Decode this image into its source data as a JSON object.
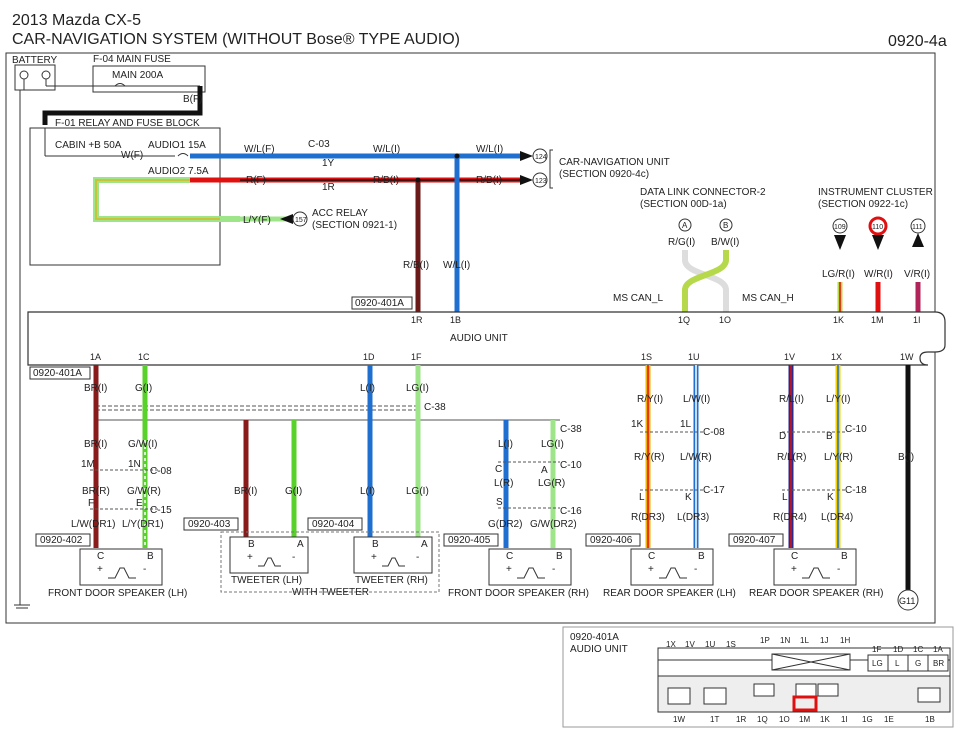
{
  "header": {
    "line1": "2013 Mazda CX-5",
    "line2": "CAR-NAVIGATION SYSTEM (WITHOUT Bose® TYPE AUDIO)",
    "page_code": "0920-4a"
  },
  "power": {
    "battery": "BATTERY",
    "main_fuse_title": "F-04  MAIN FUSE",
    "main_fuse": "MAIN 200A",
    "bf": "B(F)",
    "relay_block": "F-01  RELAY AND FUSE BLOCK",
    "cabin": "CABIN +B 50A",
    "wf": "W(F)",
    "audio1": "AUDIO1 15A",
    "audio2": "AUDIO2 7.5A",
    "rf": "R(F)",
    "wlf": "W/L(F)",
    "lyf": "L/Y(F)"
  },
  "connectors": {
    "c03": "C-03",
    "c03_1y": "1Y",
    "c03_1r": "1R",
    "wli": "W/L(I)",
    "rbi": "R/B(I)",
    "ref124": "124",
    "ref123": "123",
    "ref157": "157",
    "nav_unit": "CAR-NAVIGATION UNIT",
    "nav_section": "(SECTION 0920-4c)",
    "acc_relay": "ACC RELAY",
    "acc_section": "(SECTION 0921-1)",
    "dlc": "DATA LINK CONNECTOR-2",
    "dlc_section": "(SECTION 00D-1a)",
    "dlc_a": "A",
    "dlc_b": "B",
    "rgi": "R/G(I)",
    "bwi": "B/W(I)",
    "ms_can_l": "MS CAN_L",
    "ms_can_h": "MS CAN_H",
    "ic": "INSTRUMENT CLUSTER",
    "ic_section": "(SECTION 0922-1c)",
    "ic_109": "109",
    "ic_110": "110",
    "ic_111": "111",
    "lgri": "LG/R(I)",
    "wri": "W/R(I)",
    "vri": "V/R(I)"
  },
  "audio_unit": {
    "label": "AUDIO UNIT",
    "code": "0920-401A",
    "top_pins": [
      "1R",
      "1B",
      "1Q",
      "1O",
      "1K",
      "1M",
      "1I"
    ],
    "bottom_pins": [
      "1A",
      "1C",
      "1D",
      "1F",
      "1S",
      "1U",
      "1V",
      "1X",
      "1W"
    ]
  },
  "wires": {
    "bri": "BR(I)",
    "gi": "G(I)",
    "li": "L(I)",
    "lgi": "LG(I)",
    "ryi": "R/Y(I)",
    "lwi": "L/W(I)",
    "rli": "R/L(I)",
    "lyi": "L/Y(I)",
    "bi": "B(I)",
    "c38": "C-38",
    "gwi": "G/W(I)",
    "c08": "C-08",
    "c10": "C-10",
    "c15": "C-15",
    "c16": "C-16",
    "c17": "C-17",
    "c18": "C-18",
    "pin_1m": "1M",
    "pin_1n": "1N",
    "pin_f": "F",
    "pin_e": "E",
    "pin_c": "C",
    "pin_a": "A",
    "pin_s": "S",
    "pin_1k": "1K",
    "pin_1l": "1L",
    "pin_l": "L",
    "pin_k": "K",
    "pin_d": "D",
    "pin_b": "B",
    "brr": "BR(R)",
    "gwr": "G/W(R)",
    "lwdr1": "L/W(DR1)",
    "lydr1": "L/Y(DR1)",
    "lr": "L(R)",
    "lgr": "LG(R)",
    "gdr2": "G(DR2)",
    "gwdr2": "G/W(DR2)",
    "ryr": "R/Y(R)",
    "lwr": "L/W(R)",
    "rlr": "R/L(R)",
    "lyr": "L/Y(R)",
    "rdr3": "R(DR3)",
    "ldr3": "L(DR3)",
    "rdr4": "R(DR4)",
    "ldr4": "L(DR4)",
    "g11": "G11"
  },
  "speakers": {
    "c402": "0920-402",
    "c403": "0920-403",
    "c404": "0920-404",
    "c405": "0920-405",
    "c406": "0920-406",
    "c407": "0920-407",
    "fdl": "FRONT DOOR SPEAKER (LH)",
    "twl": "TWEETER (LH)",
    "twr": "TWEETER (RH)",
    "with_tweeter": "WITH TWEETER",
    "fdr": "FRONT DOOR SPEAKER (RH)",
    "rdl": "REAR DOOR SPEAKER (LH)",
    "rdr": "REAR DOOR SPEAKER (RH)",
    "pin_c": "C",
    "pin_b": "B",
    "pin_a": "A",
    "plus": "+",
    "minus": "-"
  },
  "connector_view": {
    "code": "0920-401A",
    "title": "AUDIO UNIT",
    "top_labels": [
      "1X",
      "1V",
      "1U",
      "1S",
      "1P",
      "1N",
      "1L",
      "1J",
      "1H",
      "1F",
      "1D",
      "1C",
      "1A"
    ],
    "bottom_labels": [
      "1W",
      "1T",
      "1R",
      "1Q",
      "1O",
      "1M",
      "1K",
      "1I",
      "1G",
      "1E",
      "1B"
    ],
    "cells_top_right": [
      "LG",
      "L",
      "G",
      "BR"
    ]
  },
  "colors": {
    "blue": "#1f6fd0",
    "red": "#e01010",
    "dark_red": "#8a1b1b",
    "green": "#58d22a",
    "light_green": "#9ee58a",
    "yellow_green": "#b5d94a",
    "purple": "#8a2a8a",
    "black": "#111111"
  }
}
